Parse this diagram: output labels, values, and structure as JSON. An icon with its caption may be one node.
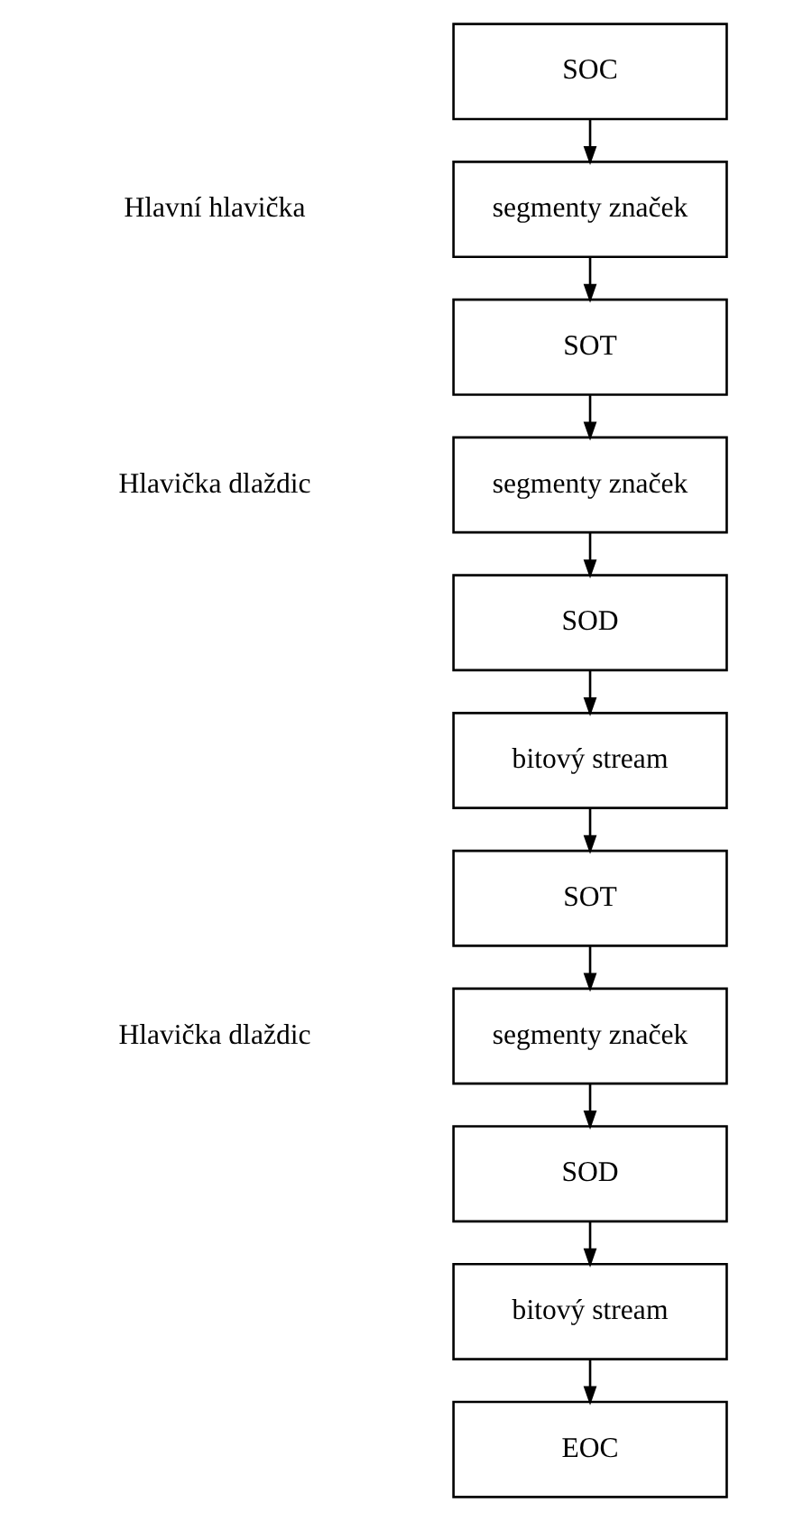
{
  "diagram": {
    "nodes": [
      {
        "text": [
          "SOC"
        ]
      },
      {
        "text": [
          "segmenty značek"
        ]
      },
      {
        "text": [
          "SOT"
        ]
      },
      {
        "text": [
          "segmenty značek"
        ]
      },
      {
        "text": [
          "SOD"
        ]
      },
      {
        "text": [
          "bitový stream"
        ]
      },
      {
        "text": [
          "SOT"
        ]
      },
      {
        "text": [
          "segmenty značek"
        ]
      },
      {
        "text": [
          "SOD"
        ]
      },
      {
        "text": [
          "bitový stream"
        ]
      },
      {
        "text": [
          "EOC"
        ]
      }
    ],
    "edges": [
      {
        "from": 0,
        "to": 1,
        "arrow": "to"
      },
      {
        "from": 1,
        "to": 2,
        "arrow": "to"
      },
      {
        "from": 2,
        "to": 3,
        "arrow": "to"
      },
      {
        "from": 3,
        "to": 4,
        "arrow": "to"
      },
      {
        "from": 4,
        "to": 5,
        "arrow": "to"
      },
      {
        "from": 5,
        "to": 6,
        "arrow": "to"
      },
      {
        "from": 6,
        "to": 7,
        "arrow": "to"
      },
      {
        "from": 7,
        "to": 8,
        "arrow": "to"
      },
      {
        "from": 8,
        "to": 9,
        "arrow": "to"
      },
      {
        "from": 9,
        "to": 10,
        "arrow": "to"
      }
    ],
    "labels": [
      "Hlavní hlavička",
      "Hlavička dlaždic",
      "Hlavička dlaždic"
    ]
  }
}
